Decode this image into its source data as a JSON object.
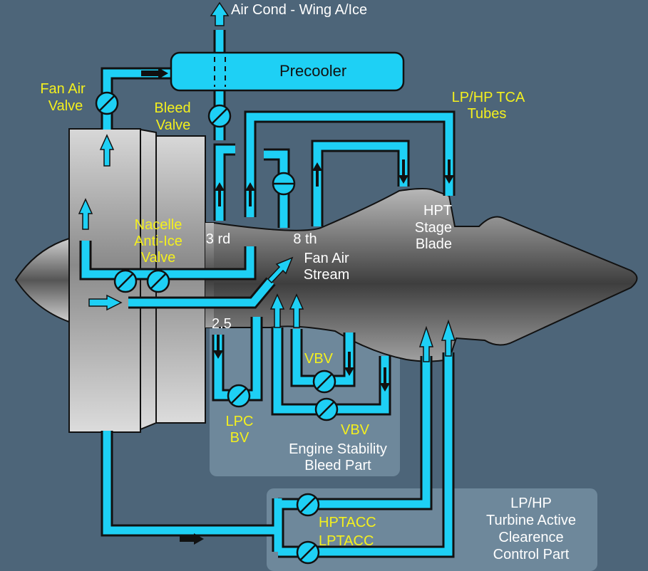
{
  "title": "Engine Bleed Air System Diagram",
  "colors": {
    "background": "#4d6579",
    "pipe": "#1ed0f5",
    "valve_label": "#f4f01e",
    "component_label": "#ffffff",
    "outline": "#111111"
  },
  "labels": {
    "air_cond": "Air Cond - Wing A/Ice",
    "precooler": "Precooler",
    "fan_air_valve": [
      "Fan Air",
      "Valve"
    ],
    "bleed_valve": [
      "Bleed",
      "Valve"
    ],
    "lp_hp_tca": [
      "LP/HP TCA",
      "Tubes"
    ],
    "nacelle_anti_ice": [
      "Nacelle",
      "Anti-Ice",
      "Valve"
    ],
    "stage_3rd": "3 rd",
    "stage_8th": "8 th",
    "fan_air_stream": [
      "Fan Air",
      "Stream"
    ],
    "hpt_stage_blade": [
      "HPT",
      "Stage",
      "Blade"
    ],
    "stage_2_5": "2.5",
    "vbv_upper": "VBV",
    "vbv_lower": "VBV",
    "lpc_bv": [
      "LPC",
      "BV"
    ],
    "engine_stability": [
      "Engine Stability",
      "Bleed Part"
    ],
    "hptacc": "HPTACC",
    "lptacc": "LPTACC",
    "turbine_acc": [
      "LP/HP",
      "Turbine Active",
      "Clearence",
      "Control Part"
    ]
  },
  "valves": [
    {
      "name": "fan-air-valve",
      "type": "butterfly"
    },
    {
      "name": "bleed-valve",
      "type": "butterfly"
    },
    {
      "name": "hp-shutoff-valve",
      "type": "gate"
    },
    {
      "name": "nacelle-anti-ice-valve-1",
      "type": "butterfly"
    },
    {
      "name": "nacelle-anti-ice-valve-2",
      "type": "butterfly"
    },
    {
      "name": "lpc-bv-valve",
      "type": "butterfly"
    },
    {
      "name": "vbv-valve-upper",
      "type": "butterfly"
    },
    {
      "name": "vbv-valve-lower",
      "type": "butterfly"
    },
    {
      "name": "hptacc-valve",
      "type": "butterfly"
    },
    {
      "name": "lptacc-valve",
      "type": "butterfly"
    }
  ]
}
